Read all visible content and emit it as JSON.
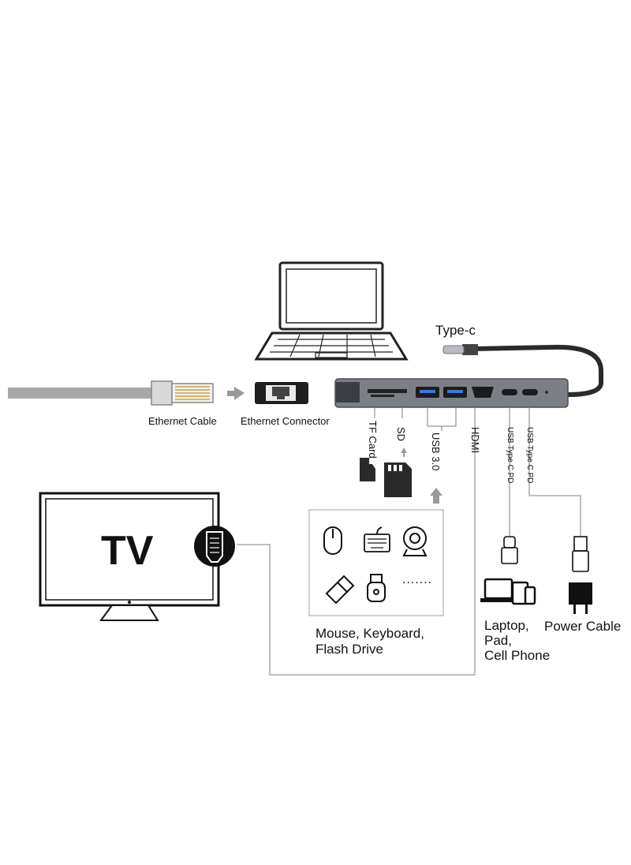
{
  "labels": {
    "type_c": "Type-c",
    "ethernet_cable": "Ethernet Cable",
    "ethernet_connector": "Ethernet Connector",
    "tf_card": "TF Card",
    "sd": "SD",
    "usb30": "USB 3.0",
    "hdmi": "HDMI",
    "usb_pd_1": "USB Type C PD",
    "usb_pd_2": "USB Type C PD",
    "tv": "TV",
    "peripherals_line1": "Mouse, Keyboard,",
    "peripherals_line2": "Flash Drive",
    "devices_line1": "Laptop,",
    "devices_line2": "Pad,",
    "devices_line3": "Cell Phone",
    "power_cable": "Power Cable",
    "more_dots": "......."
  },
  "icons": [
    "laptop-icon",
    "ethernet-cable-icon",
    "ethernet-connector-icon",
    "usb-hub-icon",
    "tf-card-icon",
    "sd-card-icon",
    "tv-icon",
    "hdmi-port-icon",
    "mouse-icon",
    "keyboard-icon",
    "webcam-icon",
    "flash-drive-icon",
    "usb-stick-icon",
    "type-c-plug-icon",
    "usb-a-plug-icon",
    "devices-icon",
    "power-adapter-icon"
  ],
  "colors": {
    "line": "#9a9a9a",
    "hub": "#7c8086",
    "dark": "#111111",
    "cable": "#a8a8a8"
  }
}
